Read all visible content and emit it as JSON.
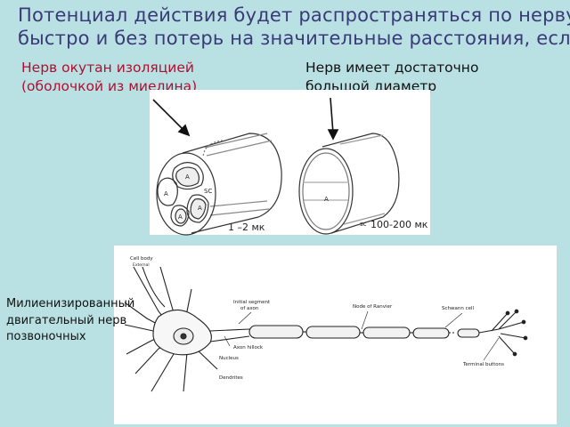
{
  "title": {
    "line1": "Потенциал действия будет распространяться по нерву",
    "line2": "быстро и без потерь на значительные расстояния, если"
  },
  "left_label": {
    "line1": "Нерв окутан изоляцией",
    "line2": "(оболочкой из миелина)"
  },
  "right_label": {
    "line1": "Нерв имеет достаточно",
    "line2": "большой диаметр"
  },
  "size_left": "1 –2 мк",
  "size_right": "100-200 мк",
  "bottom_label": {
    "line1": "Милиенизированный",
    "line2": "двигательный нерв",
    "line3": "позвоночных"
  },
  "diagram_labels": {
    "axon_a": "A",
    "schwann_sc": "SC",
    "giant_a": "A",
    "giant_sc": "sc",
    "cell_body": "Cell body",
    "cell_body_sub": "External",
    "initial_segment_1": "Initial segment",
    "initial_segment_2": "of axon",
    "axon_hillock": "Axon hillock",
    "nucleus": "Nucleus",
    "dendrites": "Dendrites",
    "node_of_ranvier": "Node of Ranvier",
    "schwann_cell": "Schwann cell",
    "terminal_buttons": "Terminal buttons"
  }
}
